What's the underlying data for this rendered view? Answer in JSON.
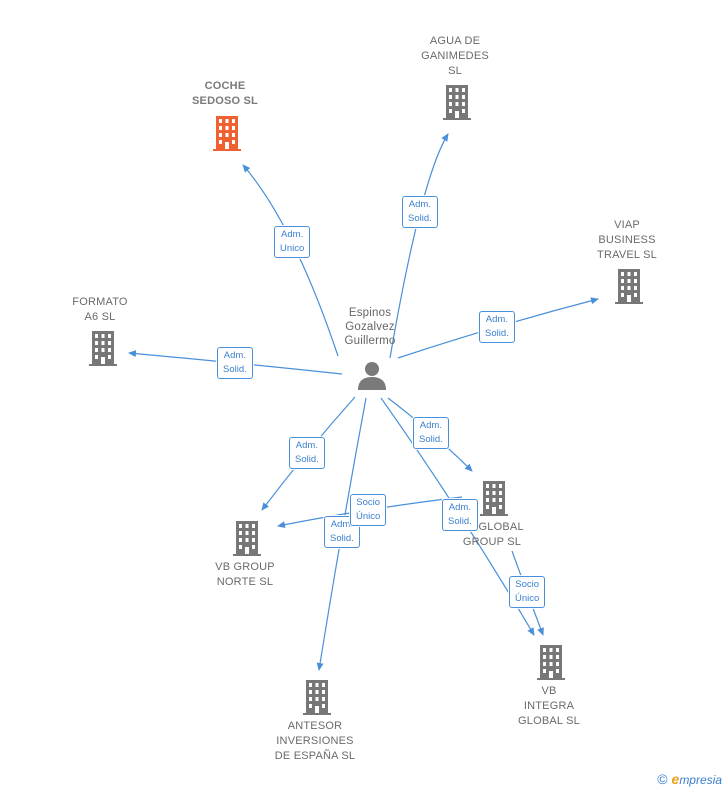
{
  "colors": {
    "edge": "#4a90d9",
    "building": "#777777",
    "building_highlight": "#f06030",
    "person": "#7a7a7a"
  },
  "center": {
    "name": "Espinos\nGozalvez\nGuillermo",
    "icon": "person-icon"
  },
  "nodes": [
    {
      "id": "coche-sedoso",
      "name": "COCHE\nSEDOSO  SL",
      "icon": "building-icon",
      "highlight": true
    },
    {
      "id": "agua-ganimedes",
      "name": "AGUA DE\nGANIMEDES\nSL",
      "icon": "building-icon",
      "highlight": false
    },
    {
      "id": "viap-business",
      "name": "VIAP\nBUSINESS\nTRAVEL SL",
      "icon": "building-icon",
      "highlight": false
    },
    {
      "id": "formato-a6",
      "name": "FORMATO\nA6 SL",
      "icon": "building-icon",
      "highlight": false
    },
    {
      "id": "vb-global-group",
      "name": "VB GLOBAL\nGROUP  SL",
      "icon": "building-icon",
      "highlight": false
    },
    {
      "id": "vb-group-norte",
      "name": "VB GROUP\nNORTE  SL",
      "icon": "building-icon",
      "highlight": false
    },
    {
      "id": "vb-integra",
      "name": "VB\nINTEGRA\nGLOBAL  SL",
      "icon": "building-icon",
      "highlight": false
    },
    {
      "id": "antesor",
      "name": "ANTESOR\nINVERSIONES\nDE ESPAÑA  SL",
      "icon": "building-icon",
      "highlight": false
    }
  ],
  "edges": [
    {
      "from": "center",
      "to": "coche-sedoso",
      "label": "Adm.\nUnico"
    },
    {
      "from": "center",
      "to": "agua-ganimedes",
      "label": "Adm.\nSolid."
    },
    {
      "from": "center",
      "to": "viap-business",
      "label": "Adm.\nSolid."
    },
    {
      "from": "center",
      "to": "formato-a6",
      "label": "Adm.\nSolid."
    },
    {
      "from": "center",
      "to": "vb-global-group",
      "label": "Adm.\nSolid."
    },
    {
      "from": "center",
      "to": "vb-group-norte",
      "label": "Adm.\nSolid."
    },
    {
      "from": "center",
      "to": "antesor",
      "label": "Adm.\nSolid."
    },
    {
      "from": "center",
      "to": "vb-integra",
      "label": "Adm.\nSolid."
    },
    {
      "from": "vb-global-group",
      "to": "vb-group-norte",
      "label": "Socio\nÚnico"
    },
    {
      "from": "vb-global-group",
      "to": "vb-integra",
      "label": "Socio\nÚnico"
    }
  ],
  "footer": {
    "copyright": "©",
    "brand_initial": "e",
    "brand_rest": "mpresia"
  }
}
